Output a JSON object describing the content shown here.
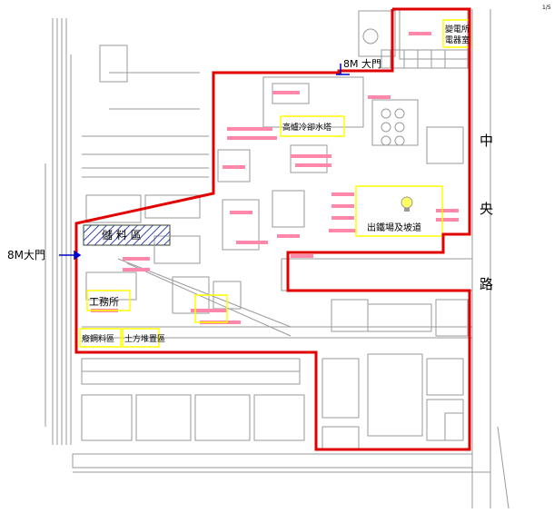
{
  "page_number": "1/5",
  "labels": {
    "substation": [
      "變電所",
      "電器室"
    ],
    "gate_top": "8M 大門",
    "gate_left": "8M大門",
    "cooling_tower": "高爐冷卻水塔",
    "slag_area": "出鐵場及坡道",
    "material_yard": "儲  料  區",
    "road_chars": [
      "中",
      "央",
      "路"
    ],
    "works_office": "工務所",
    "scrap_yard": "廢鋼料區",
    "soil_yard": "土方堆置區"
  },
  "colors": {
    "boundary": "#e00000",
    "highlight_box": "#ffff00",
    "building_fill": "#ff88aa",
    "line": "#9a9a9a",
    "arrow": "#0000cc",
    "material_hatch": "#3344aa"
  }
}
